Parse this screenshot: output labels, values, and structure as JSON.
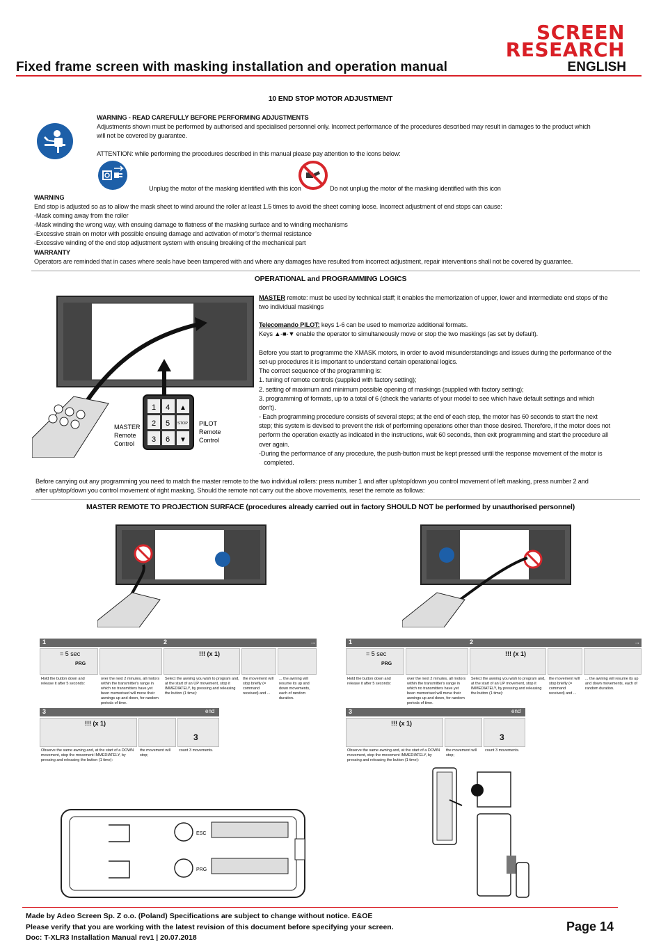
{
  "logo": {
    "line1": "SCREEN",
    "line2": "RESEARCH"
  },
  "header": {
    "title": "Fixed frame screen with masking installation and operation manual",
    "language": "ENGLISH"
  },
  "section10": {
    "title": "10 END STOP MOTOR ADJUSTMENT",
    "warning_heading": "WARNING - READ CAREFULLY BEFORE PERFORMING ADJUSTMENTS",
    "warning_line1": "Adjustments shown must be performed by authorised and specialised personnel only. Incorrect performance of the procedures described may result in damages to the product which",
    "warning_line2": "will not be covered by guarantee.",
    "attention": "ATTENTION: while performing the procedures described in this manual please pay attention to the icons below:",
    "icon1_caption": "Unplug the motor of the masking identified with this icon",
    "icon2_caption": "Do not unplug the motor of the masking identified with this icon",
    "warning2_heading": "WARNING",
    "warning2_lines": [
      "End stop is adjusted so as to allow the mask sheet to wind around the roller at least 1.5 times to avoid the sheet coming loose. Incorrect adjustment of end stops can cause:",
      "-Mask coming away from the roller",
      "-Mask winding the wrong way, with ensuing damage to flatness of the masking surface and to winding mechanisms",
      "-Excessive strain on motor with possible ensuing damage and activation of motor’s thermal resistance",
      "-Excessive winding of the end stop adjustment system with ensuing breaking of the mechanical part"
    ],
    "warranty_heading": "WARRANTY",
    "warranty_text": "Operators are reminded that in cases where seals have been tampered with and where any damages have resulted from incorrect adjustment, repair interventions shall not be covered by guarantee."
  },
  "operational": {
    "title": "OPERATIONAL and PROGRAMMING LOGICS",
    "master_word": "MASTER",
    "master_text": " remote: must be used by technical staff; it enables the memorization of upper, lower and intermediate end stops of the",
    "master_text2": "two individual maskings",
    "pilot_word": "Telecomando PILOT:",
    "pilot_text": " keys 1-6 can be used to memorize additional formats.",
    "keys_text": "Keys ▲-■-▼ enable the operator to simultaneously move or stop the two maskings (as set by default).",
    "lines": [
      "Before you start to programme the XMASK motors, in order to avoid misunderstandings and issues during the performance of the",
      "set-up procedures it is important to understand certain operational logics.",
      "The correct sequence of the programming is:",
      "1. tuning of remote controls (supplied with factory setting);",
      "2. setting of maximum and minimum possible opening of maskings (supplied with factory setting);",
      "3. programming of formats, up to a total of 6 (check the variants of your model to see which have default settings and which",
      "don’t).",
      "- Each programming procedure consists of several steps; at the end of each step, the motor has 60 seconds to start the next",
      "step; this system is devised to prevent the risk of performing operations other than those desired.  Therefore, if the motor does not",
      "perform the operation exactly as indicated in the instructions, wait 60 seconds, then exit programming and start the procedure all",
      "over again.",
      "-During the performance of any procedure, the push-button must be kept pressed until the response movement of the motor is",
      "   completed."
    ],
    "master_label": [
      "MASTER",
      "Remote",
      "Control"
    ],
    "pilot_label": [
      "PILOT",
      "Remote",
      "Control"
    ],
    "pilot_keys": [
      "1",
      "2",
      "3",
      "4",
      "5",
      "6",
      "▲",
      "STOP",
      "▼"
    ],
    "before_line1": "Before carrying out any programming you need to match the master remote to the two individual rollers: press number 1 and after up/stop/down you control movement of left masking, press number 2 and",
    "before_line2": "after up/stop/down you control movement of right masking. Should the remote not carry out the above movements, reset the remote as follows:"
  },
  "master_section": {
    "title": "MASTER REMOTE TO PROJECTION SURFACE (procedures already carried out in factory SHOULD NOT be performed by unauthorised personnel)"
  },
  "steps": {
    "s1": "1",
    "s2": "2",
    "s3": "3",
    "arrow": "→",
    "end": "end",
    "five_sec": "= 5 sec",
    "prg": "PRG",
    "x1": "!!! (x 1)",
    "count": "3",
    "t1": "Hold the button down and release it after 5 seconds:",
    "t2": "over the next 2 minutes, all motors within the transmitter's range in which no transmitters have yet been memorised will move their awnings up and down, for random periods of time.",
    "t3": "Select the awning you wish to program and, at the start of an UP movement, stop it IMMEDIATELY, by pressing and releasing the button (1 time):",
    "t4": "the movement will stop briefly (= command received) and ...",
    "t5": "... the awning will resume its up and down movements, each of random duration.",
    "t6": "Observe the same awning and, at the start of a DOWN movement, stop the movement IMMEDIATELY, by pressing and releasing the button (1 time):",
    "t7": "the movement will stop;",
    "t8": "count 3 movements."
  },
  "diagram_labels": {
    "esc": "ESC",
    "prg": "PRG"
  },
  "footer": {
    "line1": "Made by Adeo Screen Sp. Z o.o. (Poland) Specifications are subject to change without notice. E&OE",
    "line2": "Please verify that you are working with the latest revision of this document before specifying your screen.",
    "line3": "Doc: T-XLR3 Installation Manual rev1 | 20.07.2018",
    "page": "Page 14"
  },
  "colors": {
    "brand_red": "#d91f26",
    "icon_blue": "#1d5fa8",
    "prohibit_red": "#d7262b"
  }
}
